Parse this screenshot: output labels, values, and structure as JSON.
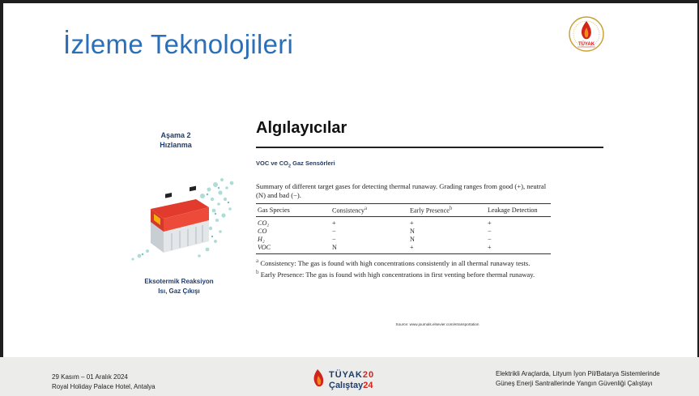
{
  "slide": {
    "title": "İzleme Teknolojileri",
    "logo_text": "TÜYAK"
  },
  "stage": {
    "line1": "Aşama 2",
    "line2": "Hızlanma"
  },
  "section": {
    "title": "Algılayıcılar",
    "sensor_prefix": "VOC ve CO",
    "sensor_sub": "2",
    "sensor_suffix": " Gaz Sensörleri"
  },
  "reaction": {
    "line1": "Eksotermik Reaksiyon",
    "line2": "Isı, Gaz Çıkışı"
  },
  "table": {
    "caption": "Summary of different target gases for detecting thermal runaway. Grading ranges from good (+), neutral (N) and bad (−).",
    "headers": [
      "Gas Species",
      "Consistency",
      "Early Presence",
      "Leakage Detection"
    ],
    "header_marks": [
      "",
      "a",
      "b",
      ""
    ],
    "rows": [
      [
        "CO₂",
        "+",
        "+",
        "+"
      ],
      [
        "CO",
        "−",
        "N",
        "−"
      ],
      [
        "H₂",
        "−",
        "N",
        "−"
      ],
      [
        "VOC",
        "N",
        "+",
        "+"
      ]
    ],
    "footnote_a_mark": "a",
    "footnote_a": " Consistency: The gas is found with high concentrations consistently in all thermal runaway tests.",
    "footnote_b_mark": "b",
    "footnote_b": " Early Presence: The gas is found with high concentrations in first venting before thermal runaway."
  },
  "source": "Source: www.journals.elsevier.com/etransportation",
  "footer": {
    "date": "29 Kasım – 01 Aralık 2024",
    "venue": "Royal Holiday Palace Hotel, Antalya",
    "logo_word1": "TÜYAK",
    "logo_num1": "20",
    "logo_word2": "Çalıştay",
    "logo_num2": "24",
    "right_line1": "Elektrikli Araçlarda, Lityum İyon Pil/Batarya Sistemlerinde",
    "right_line2": "Güneş Enerji Santrallerinde Yangın Güvenliği Çalıştayı"
  },
  "colors": {
    "title": "#2a6fb8",
    "accent_red": "#d0241c",
    "accent_orange": "#f08a1c",
    "navy": "#1f3d6b",
    "footer_bg": "#ececea"
  }
}
